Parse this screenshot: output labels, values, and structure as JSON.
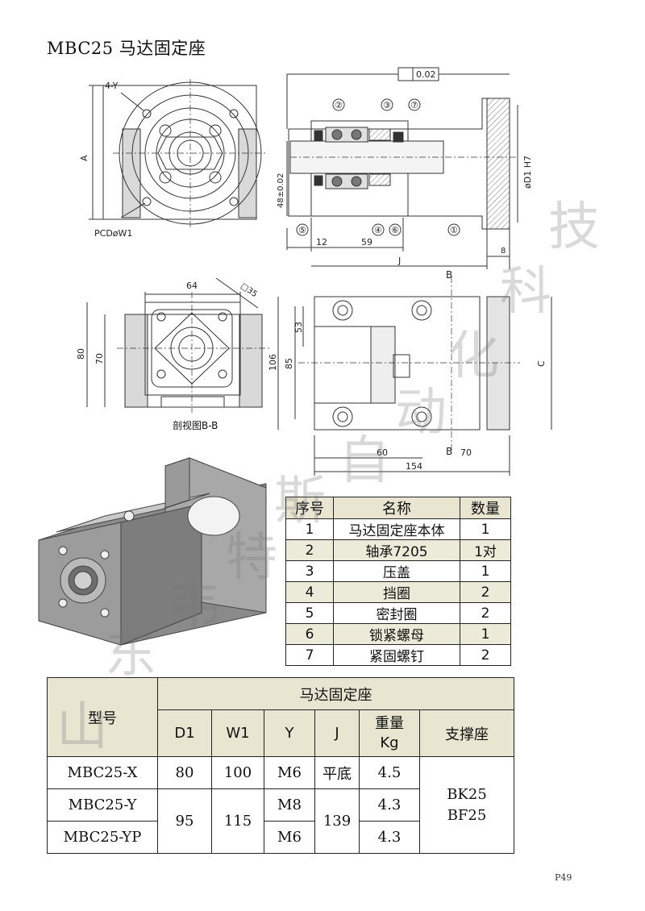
{
  "title": "MBC25 马达固定座",
  "page_number": "P49",
  "watermark_chars": [
    "山",
    "东",
    "韦",
    "特",
    "斯",
    "自",
    "动",
    "化",
    "科",
    "技"
  ],
  "drawing_labels": {
    "holes": "4-Y",
    "dim_a": "A",
    "pcd": "PCDøW1",
    "flatness": "0.02",
    "dim_48": "48±0.02",
    "dim_12": "12",
    "dim_59": "59",
    "dim_j": "J",
    "dim_8": "8",
    "dim_d1": "øD1 H7",
    "callouts": [
      "①",
      "②",
      "③",
      "④",
      "⑤",
      "⑥",
      "⑦"
    ],
    "dim_64": "64",
    "dim_35": "□35",
    "dim_80": "80",
    "dim_70": "70",
    "dim_106": "106",
    "dim_85": "85",
    "dim_53": "53",
    "dim_c": "C",
    "dim_60": "60",
    "dim_70b": "70",
    "dim_154": "154",
    "sect_b": "B",
    "section_view": "剖视图B-B"
  },
  "parts_table": {
    "headers": [
      "序号",
      "名称",
      "数量"
    ],
    "rows": [
      [
        "1",
        "马达固定座本体",
        "1"
      ],
      [
        "2",
        "轴承7205",
        "1对"
      ],
      [
        "3",
        "压盖",
        "1"
      ],
      [
        "4",
        "挡圈",
        "2"
      ],
      [
        "5",
        "密封圈",
        "2"
      ],
      [
        "6",
        "锁紧螺母",
        "1"
      ],
      [
        "7",
        "紧固螺钉",
        "2"
      ]
    ]
  },
  "spec_table": {
    "model_header": "型号",
    "group_header": "马达固定座",
    "col_d1": "D1",
    "col_w1": "W1",
    "col_y": "Y",
    "col_j": "J",
    "col_weight": "重量\nKg",
    "col_support": "支撑座",
    "r1": {
      "model": "MBC25-X",
      "d1": "80",
      "w1": "100",
      "y": "M6",
      "j": "平底",
      "weight": "4.5"
    },
    "r2": {
      "model": "MBC25-Y",
      "y": "M8",
      "weight": "4.3"
    },
    "r3": {
      "model": "MBC25-YP",
      "y": "M6",
      "weight": "4.3"
    },
    "shared_d1": "95",
    "shared_w1": "115",
    "shared_j": "139",
    "support": "BK25\nBF25"
  }
}
